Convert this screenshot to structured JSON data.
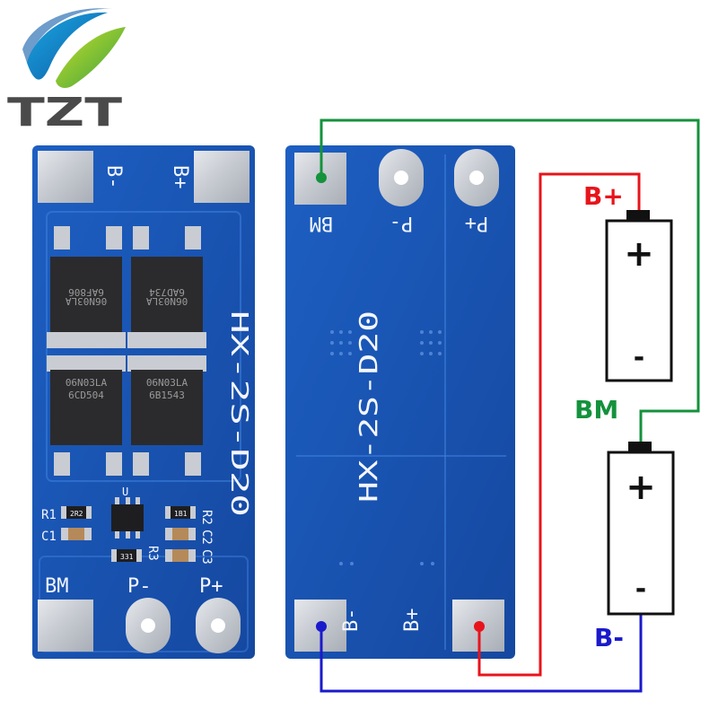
{
  "brand": {
    "logo_text": "TZT"
  },
  "board_front": {
    "pads": {
      "b_minus": "B-",
      "b_plus": "B+",
      "bm": "BM",
      "p_minus": "P-",
      "p_plus": "P+"
    },
    "model": "HX-2S-D20",
    "mosfets": [
      {
        "line1": "06N03LA",
        "line2": "6AF806"
      },
      {
        "line1": "06N03LA",
        "line2": "6AD734"
      },
      {
        "line1": "06N03LA",
        "line2": "6CD504"
      },
      {
        "line1": "06N03LA",
        "line2": "6B1543"
      }
    ],
    "components": {
      "r1": "R1",
      "c1": "C1",
      "r2": "R2",
      "c2": "C2",
      "c3": "C3",
      "r3": "R3",
      "u": "U",
      "r1_value": "2R2",
      "r2_value": "1B1",
      "r3_value": "331"
    }
  },
  "board_back": {
    "pads": {
      "bm": "BM",
      "p_minus": "P-",
      "p_plus": "P+",
      "b_minus": "B-",
      "b_plus": "B+"
    },
    "model": "HX-2S-D20"
  },
  "wiring": {
    "labels": {
      "b_plus": "B+",
      "bm": "BM",
      "b_minus": "B-"
    },
    "battery_plus": "+",
    "battery_minus": "-",
    "colors": {
      "b_plus": "#e8141c",
      "bm": "#14923c",
      "b_minus": "#1a1acc"
    }
  }
}
